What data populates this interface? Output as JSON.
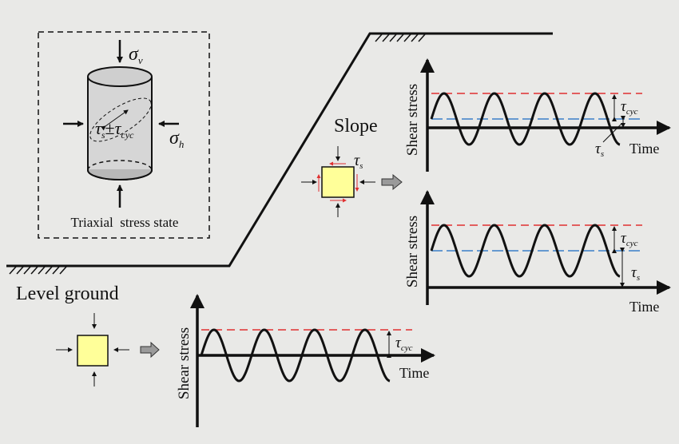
{
  "triaxial": {
    "title": "Triaxial  stress state",
    "sigma_v": "σ",
    "sigma_v_sub": "v",
    "sigma_h": "σ",
    "sigma_h_sub": "h",
    "tau_s": "τ",
    "tau_s_sub": "s",
    "pm": "±",
    "tau_cyc": "τ",
    "tau_cyc_sub": "cyc"
  },
  "labels": {
    "level_ground": "Level ground",
    "slope": "Slope",
    "slope_tau": "τ",
    "slope_tau_sub": "s"
  },
  "charts": [
    {
      "id": "slope-top",
      "ylabel": "Shear stress",
      "xlabel": "Time",
      "tau_cyc": "τ",
      "tau_cyc_sub": "cyc",
      "tau_s": "τ",
      "tau_s_sub": "s",
      "cycles": 4
    },
    {
      "id": "slope-bottom",
      "ylabel": "Shear stress",
      "xlabel": "Time",
      "tau_cyc": "τ",
      "tau_cyc_sub": "cyc",
      "tau_s": "τ",
      "tau_s_sub": "s",
      "cycles": 4
    },
    {
      "id": "level",
      "ylabel": "Shear stress",
      "xlabel": "Time",
      "tau_cyc": "τ",
      "tau_cyc_sub": "cyc",
      "cycles": 4
    }
  ],
  "colors": {
    "element": "#ffff99",
    "cyclic_line": "#e03030",
    "static_line": "#3a7fc8",
    "cylinder": "#cfcfcf"
  }
}
